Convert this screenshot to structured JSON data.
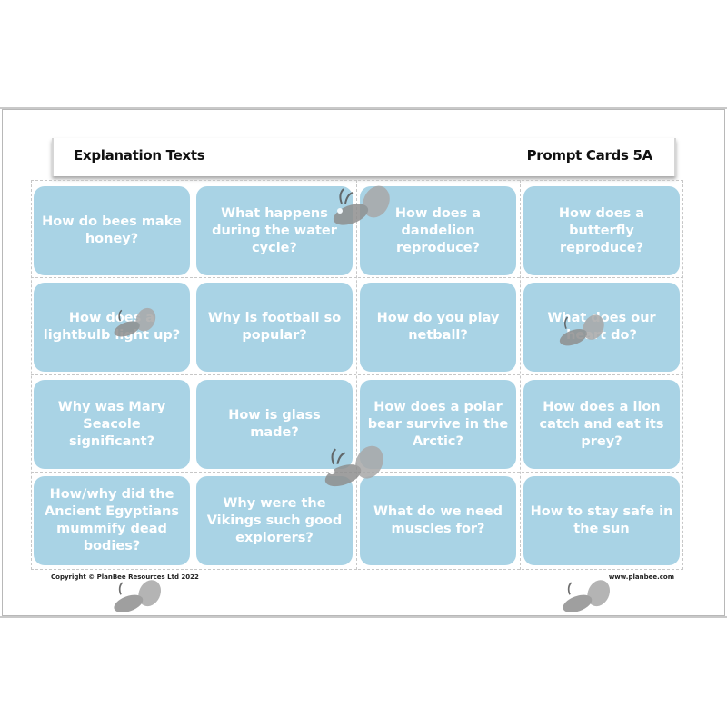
{
  "header": {
    "left_title": "Explanation Texts",
    "right_title": "Prompt Cards 5A"
  },
  "cards": [
    "How do bees make honey?",
    "What happens during the water cycle?",
    "How does a dandelion reproduce?",
    "How does a butterfly reproduce?",
    "How does a lightbulb light up?",
    "Why is football so popular?",
    "How do you play netball?",
    "What does our heart do?",
    "Why was Mary Seacole significant?",
    "How is glass made?",
    "How does a polar bear survive in the Arctic?",
    "How does a lion catch and eat its prey?",
    "How/why did the Ancient Egyptians mummify dead bodies?",
    "Why were the Vikings such good explorers?",
    "What do we need muscles for?",
    "How to stay safe in the sun"
  ],
  "footer": {
    "copyright": "Copyright © PlanBee Resources Ltd 2022",
    "website": "www.planbee.com"
  },
  "colors": {
    "card_fill": "#a9d3e5",
    "card_text": "#ffffff",
    "watermark": "#9a9a9a"
  },
  "watermark_icon": "bee-icon"
}
